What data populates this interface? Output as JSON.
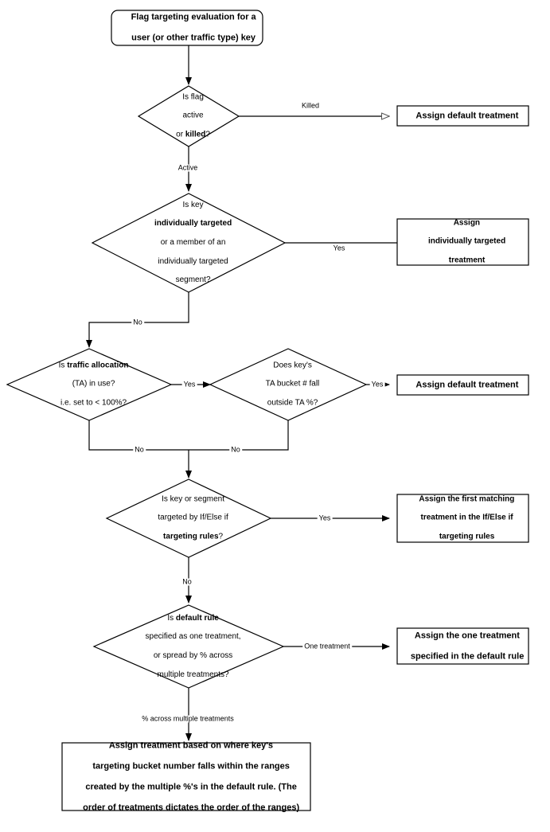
{
  "diagram": {
    "title": "Flag targeting evaluation flowchart",
    "type": "flowchart",
    "stroke_color": "#000000",
    "background_color": "#ffffff",
    "text_color": "#000000"
  },
  "nodes": {
    "start": {
      "shape": "rounded-rectangle",
      "line1": "Flag targeting evaluation for a",
      "line2": "user (or other traffic type) key"
    },
    "decision_flag_state": {
      "shape": "diamond",
      "line1": "Is flag",
      "line2": "active",
      "line3_prefix": "or ",
      "line3_bold": "killed",
      "line3_suffix": "?"
    },
    "assign_default_killed": {
      "shape": "rectangle",
      "line1": "Assign default treatment"
    },
    "decision_individually_targeted": {
      "shape": "diamond",
      "line1": "Is key",
      "line2_bold": "individually targeted",
      "line3": "or a member of an",
      "line4": "individually targeted",
      "line5": "segment?"
    },
    "assign_individually_targeted": {
      "shape": "rectangle",
      "line1": "Assign",
      "line2": "individually targeted",
      "line3": "treatment"
    },
    "decision_traffic_allocation": {
      "shape": "diamond",
      "line1_prefix": "Is ",
      "line1_bold": "traffic allocation",
      "line2": "(TA) in use?",
      "line3": "i.e. set to < 100%?"
    },
    "decision_ta_bucket": {
      "shape": "diamond",
      "line1": "Does key's",
      "line2": "TA bucket # fall",
      "line3": "outside TA %?"
    },
    "assign_default_ta": {
      "shape": "rectangle",
      "line1": "Assign default treatment"
    },
    "decision_if_else_rules": {
      "shape": "diamond",
      "line1": "Is key or segment",
      "line2": "targeted by If/Else if",
      "line3_bold": "targeting rules",
      "line3_suffix": "?"
    },
    "assign_first_matching": {
      "shape": "rectangle",
      "line1": "Assign the first matching",
      "line2": "treatment in the If/Else if",
      "line3": "targeting rules"
    },
    "decision_default_rule": {
      "shape": "diamond",
      "line1_prefix": "Is ",
      "line1_bold": "default rule",
      "line2": "specified as one treatment,",
      "line3": "or spread by % across",
      "line4": "multiple treatments?"
    },
    "assign_one_treatment": {
      "shape": "rectangle",
      "line1": "Assign the one treatment",
      "line2": "specified in the default rule"
    },
    "assign_bucket_ranges": {
      "shape": "rectangle",
      "line1": "Assign treatment based on where key's",
      "line2": "targeting bucket number falls within the ranges",
      "line3": "created by the multiple %'s in the default rule. (The",
      "line4": "order of treatments dictates the order of the ranges)"
    }
  },
  "edge_labels": {
    "killed": "Killed",
    "active": "Active",
    "yes_individually_targeted": "Yes",
    "no_individually_targeted": "No",
    "yes_traffic_allocation": "Yes",
    "no_traffic_allocation": "No",
    "yes_ta_bucket": "Yes",
    "no_ta_bucket": "No",
    "yes_if_else_rules": "Yes",
    "no_if_else_rules": "No",
    "one_treatment": "One treatment",
    "percent_across_multiple": "% across multiple treatments"
  }
}
